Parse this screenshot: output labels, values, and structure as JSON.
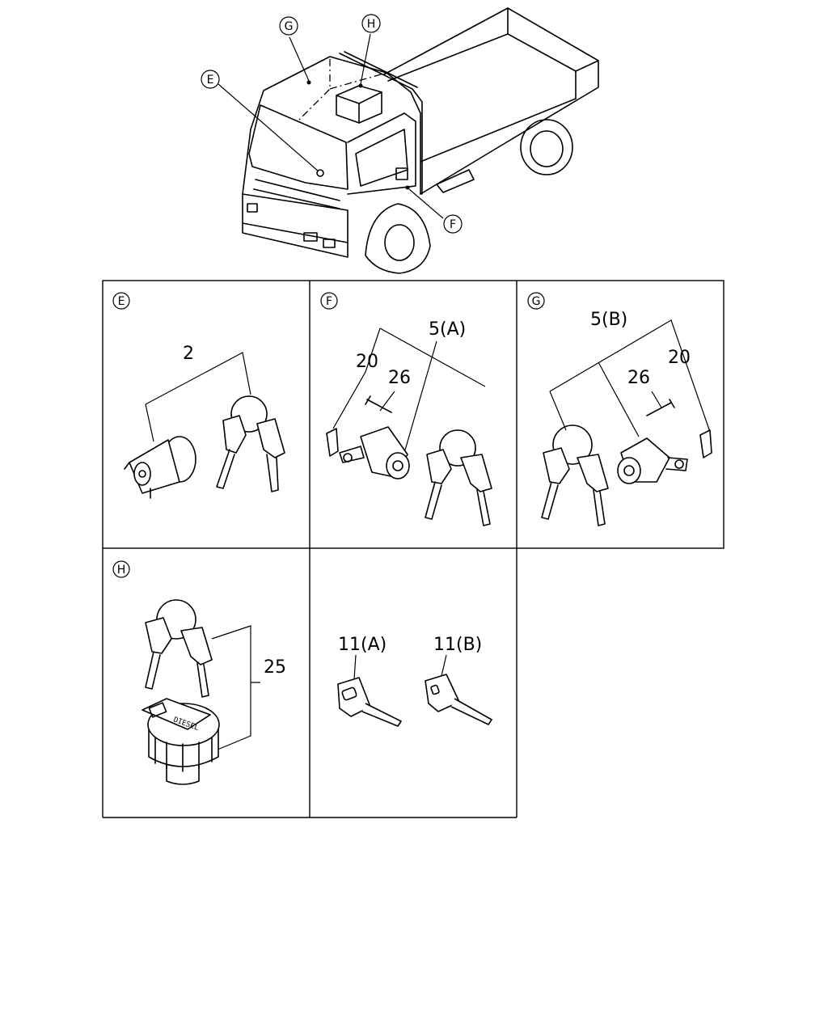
{
  "callouts": {
    "G": "G",
    "H": "H",
    "E": "E",
    "F": "F"
  },
  "panels": {
    "E": {
      "letter": "E",
      "part": "2"
    },
    "F": {
      "letter": "F",
      "part_set": "5(A)",
      "clip": "20",
      "bolt": "26"
    },
    "G": {
      "letter": "G",
      "part_set": "5(B)",
      "clip": "20",
      "bolt": "26"
    },
    "H": {
      "letter": "H",
      "part": "25",
      "cap_text": "DIESEL"
    },
    "keys": {
      "key_a": "11(A)",
      "key_b": "11(B)"
    }
  }
}
